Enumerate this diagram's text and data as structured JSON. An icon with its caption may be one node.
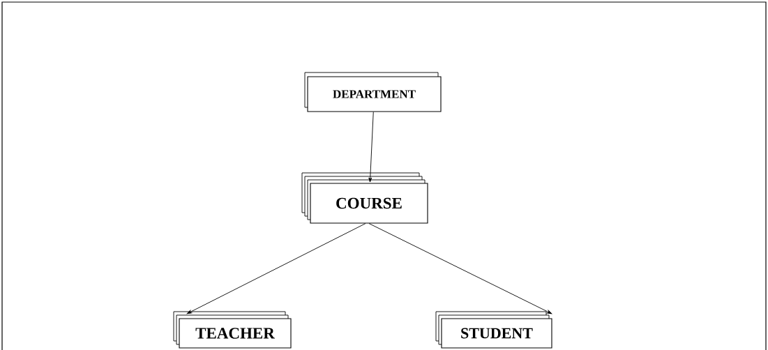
{
  "diagram": {
    "nodes": [
      {
        "text": [
          "DEPARTMENT"
        ]
      },
      {
        "text": [
          "COURSE"
        ]
      },
      {
        "text": [
          "TEACHER"
        ]
      },
      {
        "text": [
          "STUDENT"
        ]
      }
    ],
    "edges": [
      {
        "from": 0,
        "to": 1,
        "arrow": "to"
      },
      {
        "from": 1,
        "to": 2,
        "arrow": "to"
      },
      {
        "from": 1,
        "to": 3,
        "arrow": "to"
      }
    ]
  }
}
